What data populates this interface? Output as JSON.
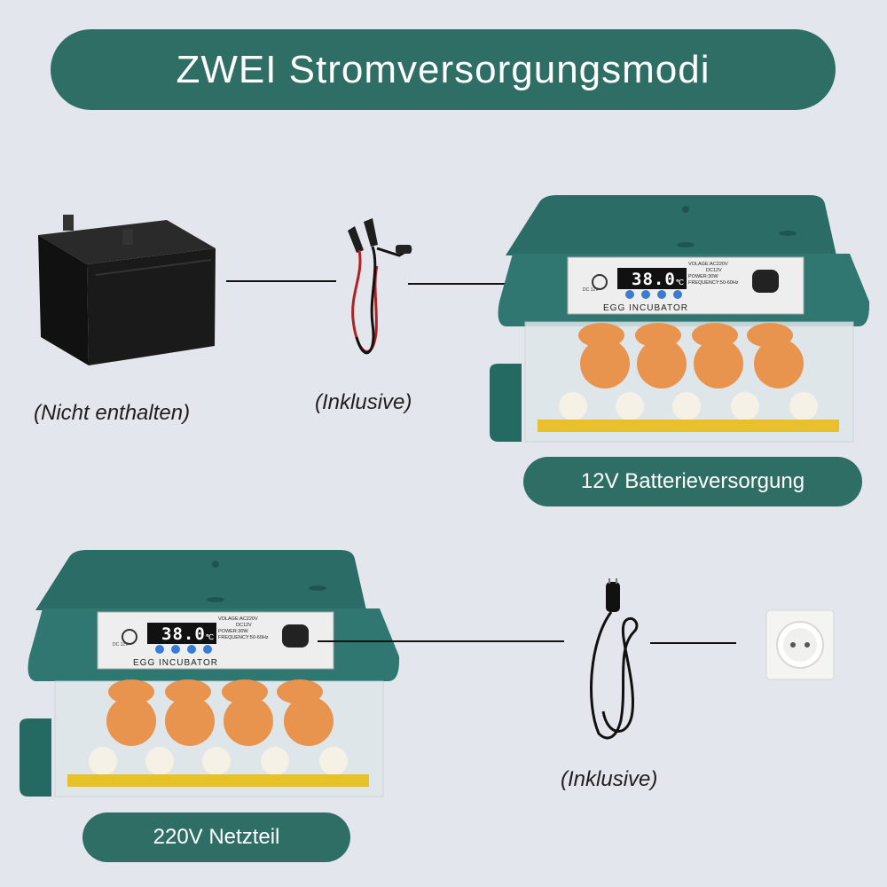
{
  "title": "ZWEI Stromversorgungsmodi",
  "top_row": {
    "battery_caption": "(Nicht enthalten)",
    "clamps_caption": "(Inklusive)",
    "mode_label": "12V Batterieversorgung"
  },
  "bottom_row": {
    "cable_caption": "(Inklusive)",
    "mode_label": "220V Netzteil"
  },
  "incubator_panel": {
    "display": "38.0",
    "unit": "℃",
    "brand": "EGG INCUBATOR",
    "dc_label": "DC 12V",
    "spec_voltage": "VOLAGE:AC220V",
    "spec_dc": "DC12V",
    "spec_power": "POWER:30W",
    "spec_freq": "FREQUENCY:50-60Hz"
  },
  "colors": {
    "banner": "#2f6e65",
    "incubator_body": "#2b6d66",
    "egg": "#e8944e",
    "display_digits": "#ffffff"
  }
}
